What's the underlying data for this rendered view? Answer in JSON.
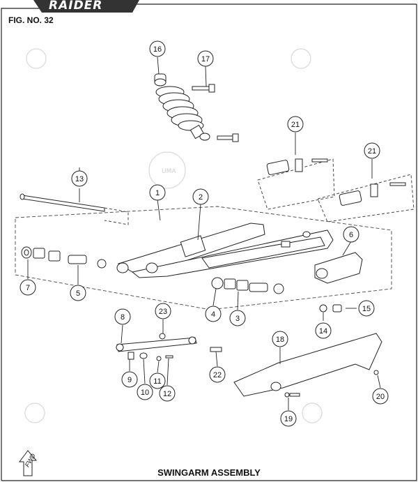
{
  "header": {
    "logo_text": "RAIDER",
    "figure_label": "FIG. NO. 32"
  },
  "caption": "SWINGARM ASSEMBLY",
  "fwd_label": "FWD",
  "watermark_text": "UMA",
  "callouts": [
    "1",
    "2",
    "3",
    "4",
    "5",
    "6",
    "7",
    "8",
    "9",
    "10",
    "11",
    "12",
    "13",
    "14",
    "15",
    "16",
    "17",
    "18",
    "19",
    "20",
    "21",
    "21",
    "22",
    "23"
  ],
  "colors": {
    "line": "#222222",
    "watermark": "#d8d8d8"
  }
}
